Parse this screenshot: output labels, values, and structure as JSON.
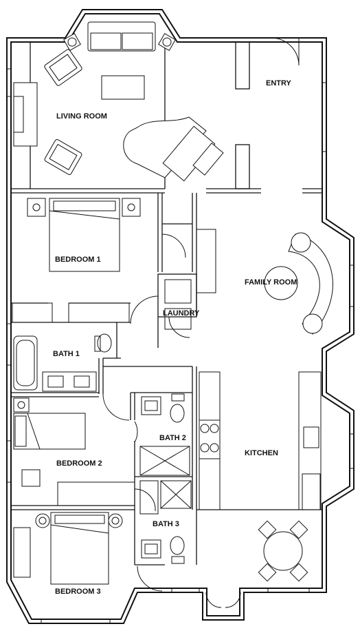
{
  "plan": {
    "rooms": {
      "living_room": "LIVING ROOM",
      "entry": "ENTRY",
      "bedroom_1": "BEDROOM 1",
      "laundry": "LAUNDRY",
      "family_room": "FAMILY ROOM",
      "bath_1": "BATH 1",
      "bath_2": "BATH 2",
      "kitchen": "KITCHEN",
      "bedroom_2": "BEDROOM 2",
      "bath_3": "BATH 3",
      "bedroom_3": "BEDROOM 3"
    }
  }
}
